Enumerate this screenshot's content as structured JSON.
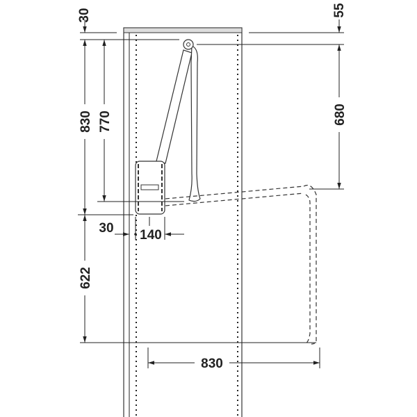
{
  "dimensions": {
    "top_left_offset": "30",
    "top_right_offset": "55",
    "total_height_left": "830",
    "rod_height": "770",
    "lift_range": "680",
    "lower_height": "622",
    "side_offset": "30",
    "mechanism_width": "140",
    "extension_width": "830"
  }
}
